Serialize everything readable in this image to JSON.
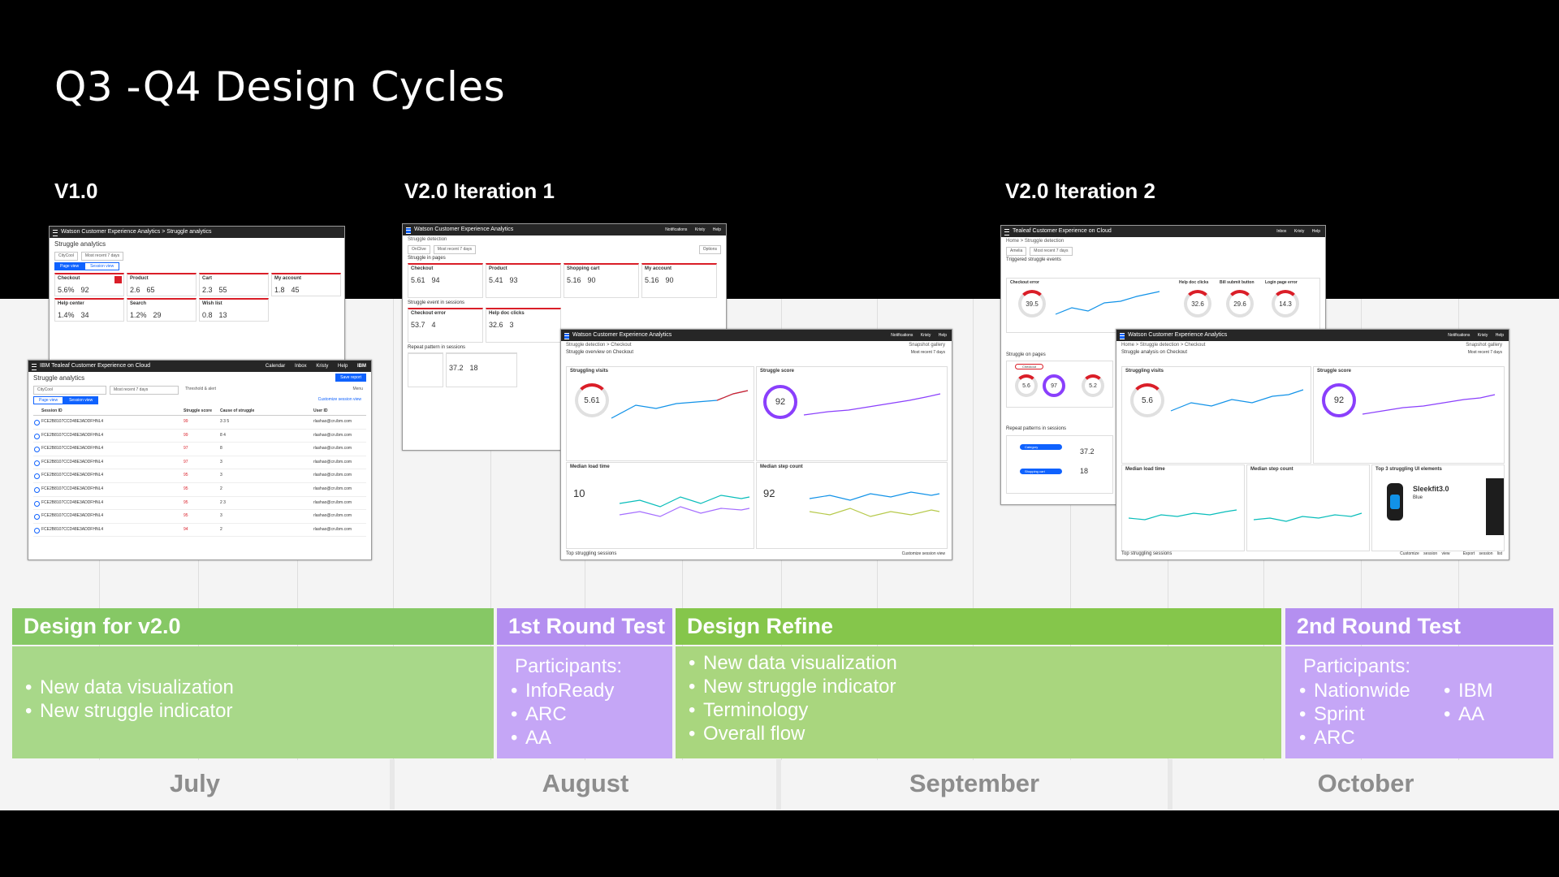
{
  "page": {
    "title": "Q3 -Q4 Design Cycles"
  },
  "versions": [
    {
      "label": "V1.0"
    },
    {
      "label": "V2.0 Iteration 1"
    },
    {
      "label": "V2.0 Iteration 2"
    }
  ],
  "months": [
    "July",
    "August",
    "September",
    "October"
  ],
  "phases": {
    "design": {
      "title": "Design for v2.0",
      "items": [
        "New data visualization",
        "New struggle indicator"
      ]
    },
    "round1": {
      "title": "1st Round Test",
      "participants_label": "Participants:",
      "items": [
        "InfoReady",
        "ARC",
        "AA"
      ]
    },
    "refine": {
      "title": "Design Refine",
      "items": [
        "New data visualization",
        "New struggle indicator",
        "Terminology",
        "Overall flow"
      ]
    },
    "round2": {
      "title": "2nd Round Test",
      "participants_label": "Participants:",
      "col1": [
        "Nationwide",
        "Sprint",
        "ARC"
      ],
      "col2": [
        "IBM",
        "AA"
      ]
    }
  },
  "colors": {
    "green": "#86c865",
    "green_dark": "#85c64b",
    "purple": "#b48ff0",
    "ibm_blue": "#0f62fe",
    "alert_red": "#da1e28",
    "gauge_purple": "#8a3ffc"
  },
  "screens": {
    "v1_back": {
      "bar": "Watson Customer Experience Analytics  >  Struggle analytics",
      "title": "Struggle analytics",
      "filters": [
        "CityCool",
        "Most recent 7 days"
      ],
      "tabs": [
        "Page view",
        "Session view"
      ],
      "cards": [
        {
          "name": "Checkout",
          "v1": "5.6%",
          "v2": "92"
        },
        {
          "name": "Product",
          "v1": "2.6",
          "v2": "65"
        },
        {
          "name": "Cart",
          "v1": "2.3",
          "v2": "55"
        },
        {
          "name": "My account",
          "v1": "1.8",
          "v2": "45"
        },
        {
          "name": "Help center",
          "v1": "1.4%",
          "v2": "34"
        },
        {
          "name": "Search",
          "v1": "1.2%",
          "v2": "29"
        },
        {
          "name": "Wish list",
          "v1": "0.8",
          "v2": "13"
        }
      ]
    },
    "v1_front": {
      "bar": "IBM Tealeaf Customer Experience on Cloud",
      "bar_right": [
        "Calendar",
        "Inbox",
        "Kristy",
        "Help",
        "IBM"
      ],
      "title": "Struggle analytics",
      "button": "Save report",
      "filters": [
        "CityCool",
        "Most recent 7 days",
        "Threshold & alert",
        "Menu"
      ],
      "tabs": [
        "Page view",
        "Session view"
      ],
      "customize": "Customize session view",
      "headers": [
        "Session ID",
        "Struggle score",
        "Cause of struggle",
        "User ID"
      ],
      "rows": [
        {
          "id": "FCE2B8107CCD48E3ADDFHNL4",
          "score": "99",
          "cause": "3  3  5",
          "user": "rlashao@cn.ibm.com"
        },
        {
          "id": "FCE2B8107CCD48E3ADDFHNL4",
          "score": "99",
          "cause": "8  4",
          "user": "rlashao@cn.ibm.com"
        },
        {
          "id": "FCE2B8107CCD48E3ADDFHNL4",
          "score": "97",
          "cause": "8",
          "user": "rlashao@cn.ibm.com"
        },
        {
          "id": "FCE2B8107CCD48E3ADDFHNL4",
          "score": "97",
          "cause": "3",
          "user": "rlashao@cn.ibm.com"
        },
        {
          "id": "FCE2B8107CCD48E3ADDFHNL4",
          "score": "95",
          "cause": "3",
          "user": "rlashao@cn.ibm.com"
        },
        {
          "id": "FCE2B8107CCD48E3ADDFHNL4",
          "score": "95",
          "cause": "2",
          "user": "rlashao@cn.ibm.com"
        },
        {
          "id": "FCE2B8107CCD48E3ADDFHNL4",
          "score": "95",
          "cause": "2  3",
          "user": "rlashao@cn.ibm.com"
        },
        {
          "id": "FCE2B8107CCD48E3ADDFHNL4",
          "score": "95",
          "cause": "3",
          "user": "rlashao@cn.ibm.com"
        },
        {
          "id": "FCE2B8107CCD48E3ADDFHNL4",
          "score": "94",
          "cause": "2",
          "user": "rlashao@cn.ibm.com"
        }
      ]
    },
    "it1_back": {
      "bar": "Watson Customer Experience Analytics",
      "bar_right": [
        "Notifications",
        "Kristy",
        "Help"
      ],
      "title": "Struggle detection",
      "filters": [
        "OnClive",
        "Most recent 7 days",
        "Options"
      ],
      "sec1": "Struggle in pages",
      "cards": [
        {
          "name": "Checkout",
          "v1": "5.61",
          "v2": "94"
        },
        {
          "name": "Product",
          "v1": "5.41",
          "v2": "93"
        },
        {
          "name": "Shopping cart",
          "v1": "5.16",
          "v2": "90"
        },
        {
          "name": "My account",
          "v1": "5.16",
          "v2": "90"
        }
      ],
      "sec2": "Struggle event in sessions",
      "cards2": [
        {
          "name": "Checkout error",
          "v1": "53.7",
          "v2": "4"
        },
        {
          "name": "Help doc clicks",
          "v1": "32.6",
          "v2": "3"
        }
      ],
      "sec3": "Repeat pattern in sessions",
      "pattern": {
        "v1": "37.2",
        "v2": "18"
      }
    },
    "it1_front": {
      "bar": "Watson Customer Experience Analytics",
      "bar_right": [
        "Notifications",
        "Kristy",
        "Help"
      ],
      "bread": "Struggle detection  >  Checkout",
      "gallery": "Snapshot gallery",
      "range": "Most recent 7 days",
      "sec": "Struggle overview on Checkout",
      "p1": "Struggling visits",
      "g1": "5.61",
      "p2": "Struggle score",
      "g2": "92",
      "p3": "Median load time",
      "v3": "10",
      "p4": "Median step count",
      "v4": "92",
      "footer": "Top struggling sessions",
      "footer_right": "Customize session view"
    },
    "it2_back": {
      "bar": "Tealeaf Customer Experience on Cloud",
      "bar_right": [
        "Inbox",
        "Kristy",
        "Help"
      ],
      "bread": "Home  >  Struggle detection",
      "sec1": "Triggered struggle events",
      "events": [
        {
          "name": "Checkout error",
          "v": "39.5"
        },
        {
          "name": "Help doc clicks",
          "v": "32.6"
        },
        {
          "name": "Bill submit button",
          "v": "29.6"
        },
        {
          "name": "Login page error",
          "v": "14.3"
        }
      ],
      "sec2": "Struggle on pages",
      "chip": "Checkout",
      "pg": {
        "v1": "5.6",
        "v2": "97",
        "v3": "5.2"
      },
      "sec3": "Repeat patterns in sessions",
      "chips": [
        "Category",
        "Shopping cart"
      ],
      "rp": {
        "v1": "37.2",
        "v2": "18"
      }
    },
    "it2_front": {
      "bar": "Watson Customer Experience Analytics",
      "bar_right": [
        "Notifications",
        "Kristy",
        "Help"
      ],
      "bread": "Home  >  Struggle detection  >  Checkout",
      "gallery": "Snapshot gallery",
      "range": "Most recent 7 days",
      "sec": "Struggle analysis on Checkout",
      "p1": "Struggling visits",
      "g1": "5.6",
      "p2": "Struggle score",
      "g2": "92",
      "p3": "Median load time",
      "p4": "Median step count",
      "p5": "Top 3 struggling UI elements",
      "product": "Sleekfit3.0",
      "product_sub": "Blue",
      "footer": "Top struggling sessions",
      "footer_right": [
        "Customize session view",
        "Export session list"
      ]
    }
  }
}
